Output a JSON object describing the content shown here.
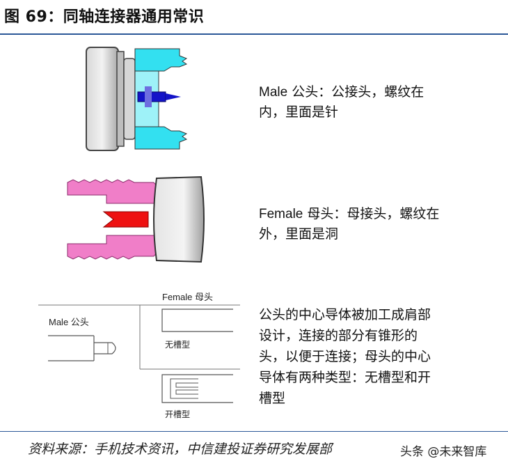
{
  "header": {
    "title": "图 69：同轴连接器通用常识"
  },
  "male": {
    "label_en": "Male",
    "text_line1": " 公头：公接头，螺纹在",
    "text_line2": "内，里面是针"
  },
  "female": {
    "label_en": "Female",
    "text_line1": " 母头：母接头，螺纹在",
    "text_line2": "外，里面是洞"
  },
  "schematic": {
    "female_label": "Female 母头",
    "male_label": "Male 公头",
    "no_groove_label": "无槽型",
    "open_groove_label": "开槽型"
  },
  "explanation": {
    "lines": [
      "公头的中心导体被加工成肩部",
      "设计，连接的部分有锥形的",
      "头，以便于连接；母头的中心",
      "导体有两种类型：无槽型和开",
      "槽型"
    ]
  },
  "footer": {
    "source": "资料来源：手机技术资讯，中信建投证券研究发展部",
    "watermark": "头条 @未来智库"
  },
  "colors": {
    "rule": "#2b5797",
    "cyan": "#33e0f0",
    "pink": "#f07ec8",
    "red": "#ee1111",
    "blue": "#1414c8",
    "gray": "#c8c8c8"
  }
}
